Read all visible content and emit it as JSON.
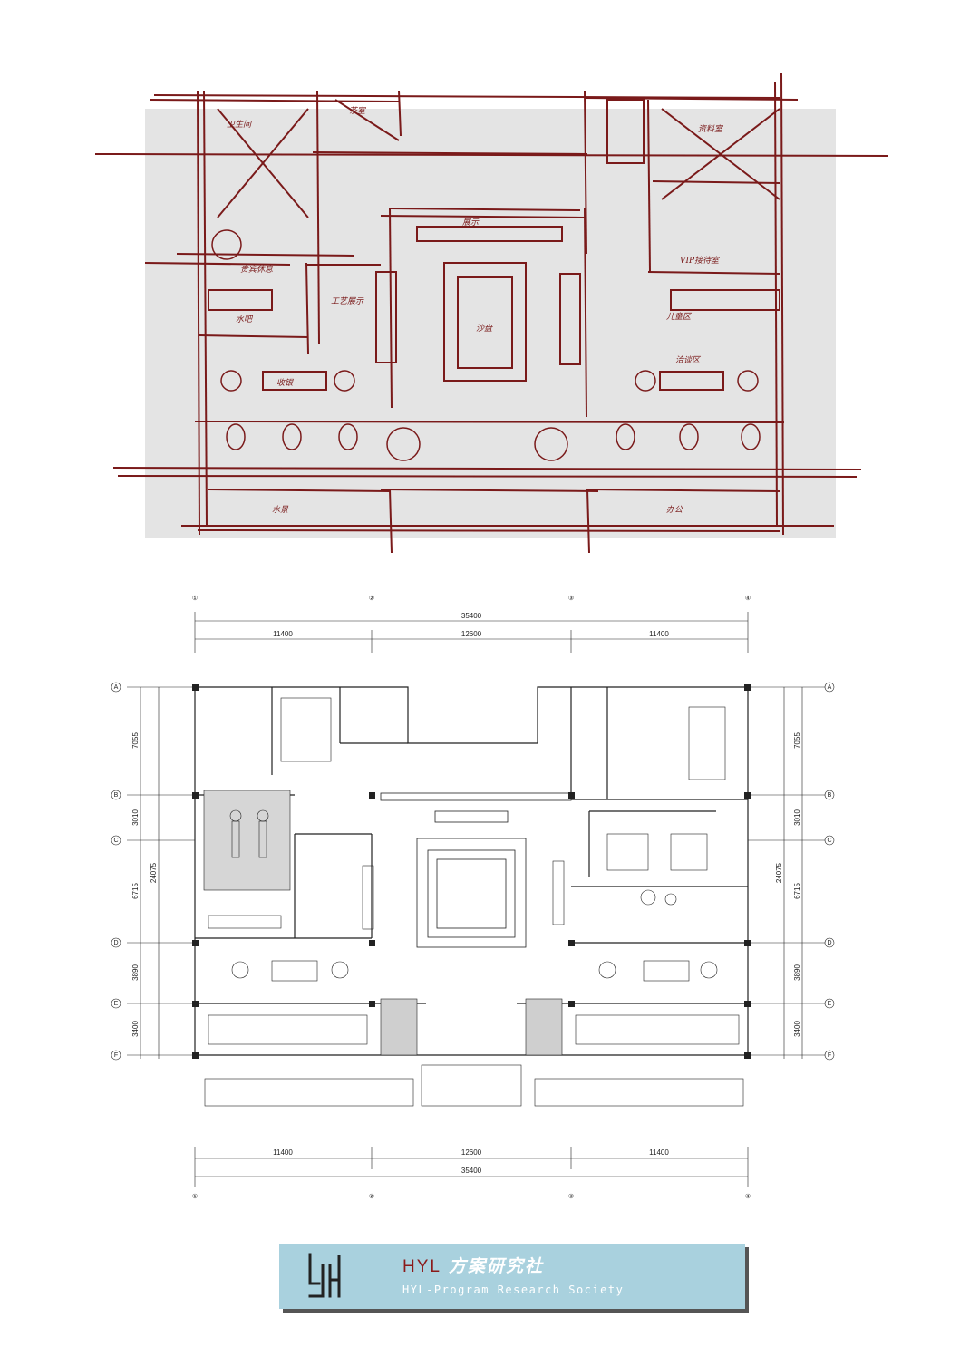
{
  "sketch": {
    "labels": [
      "卫生间",
      "茶室",
      "贵宾休息",
      "水吧",
      "工艺展示",
      "沙盘",
      "展示",
      "收银",
      "洽谈区",
      "儿童区",
      "VIP接待室",
      "水景",
      "资料室",
      "办公"
    ]
  },
  "plan": {
    "top_dims": {
      "overall": "35400",
      "segments": [
        "11400",
        "12600",
        "11400"
      ]
    },
    "bottom_dims": {
      "overall": "35400",
      "segments": [
        "11400",
        "12600",
        "11400"
      ]
    },
    "column_axes": [
      "①",
      "②",
      "③",
      "④"
    ],
    "row_axes": [
      "A",
      "B",
      "C",
      "D",
      "E",
      "F"
    ],
    "left_dims": {
      "overall": "24075",
      "segments": [
        "7055",
        "3010",
        "6715",
        "3890",
        "3400"
      ]
    },
    "right_dims": {
      "overall": "24075",
      "segments": [
        "7055",
        "3010",
        "6715",
        "3890",
        "3400"
      ]
    }
  },
  "banner": {
    "abbr": "HYL",
    "name_cn": "方案研究社",
    "subtitle": "HYL-Program Research Society",
    "colors": {
      "background": "#a9d1de",
      "abbr": "#8b1a1a",
      "text": "#ffffff"
    }
  },
  "colors": {
    "sketch_ink": "#7a1a1a",
    "sketch_bg": "#e4e4e4",
    "plan_ink": "#222222"
  }
}
